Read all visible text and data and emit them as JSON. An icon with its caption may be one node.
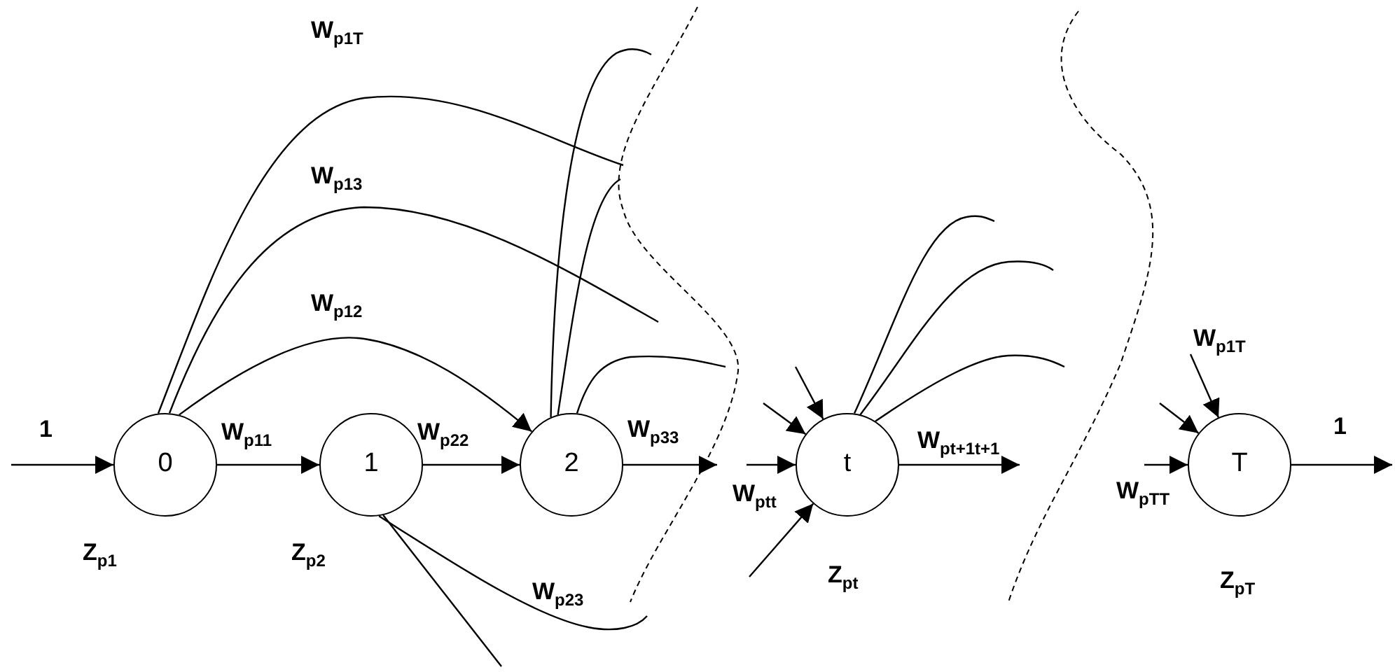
{
  "diagram": {
    "nodes": [
      {
        "text": [
          "0"
        ],
        "beside": [
          "Z$_{p1}$"
        ]
      },
      {
        "text": [
          "1"
        ],
        "beside": [
          "Z$_{p2}$"
        ]
      },
      {
        "text": [
          "2"
        ]
      },
      {
        "text": [
          "t"
        ],
        "beside": [
          "Z$_{pt}$"
        ]
      },
      {
        "text": [
          "T"
        ],
        "beside": [
          "Z$_{pT}$"
        ]
      }
    ],
    "edges": [
      {
        "from": null,
        "to": 0,
        "arrow": "to",
        "label": "1"
      },
      {
        "from": 0,
        "to": 1,
        "arrow": "to",
        "label": "W$_{p11}$"
      },
      {
        "from": 1,
        "to": 2,
        "arrow": "to",
        "label": "W$_{p22}$"
      },
      {
        "from": 0,
        "to": 2,
        "arrow": "to",
        "label": "W$_{p12}$"
      },
      {
        "from": 0,
        "to": null,
        "arrow": "none",
        "label": "W$_{p13}$"
      },
      {
        "from": 0,
        "to": null,
        "arrow": "none",
        "label": "W$_{p1T}$"
      },
      {
        "from": 1,
        "to": null,
        "arrow": "none",
        "label": "W$_{p23}$"
      },
      {
        "from": 1,
        "to": null,
        "arrow": "none"
      },
      {
        "from": 2,
        "to": null,
        "arrow": "none"
      },
      {
        "from": 2,
        "to": null,
        "arrow": "none"
      },
      {
        "from": 2,
        "to": null,
        "arrow": "none"
      },
      {
        "from": 2,
        "to": null,
        "arrow": "to",
        "label": "W$_{p33}$"
      },
      {
        "from": null,
        "to": 3,
        "arrow": "to"
      },
      {
        "from": null,
        "to": 3,
        "arrow": "to"
      },
      {
        "from": null,
        "to": 3,
        "arrow": "to",
        "label": "W$_{ptt}$"
      },
      {
        "from": null,
        "to": 3,
        "arrow": "to"
      },
      {
        "from": 3,
        "to": null,
        "arrow": "none"
      },
      {
        "from": 3,
        "to": null,
        "arrow": "none"
      },
      {
        "from": 3,
        "to": null,
        "arrow": "none"
      },
      {
        "from": 3,
        "to": null,
        "arrow": "to",
        "label": "W$_{pt+1t+1}$"
      },
      {
        "from": null,
        "to": 4,
        "arrow": "to",
        "label": "W$_{p1T}$"
      },
      {
        "from": null,
        "to": 4,
        "arrow": "to"
      },
      {
        "from": null,
        "to": 4,
        "arrow": "to",
        "label": "W$_{pTT}$"
      },
      {
        "from": 4,
        "to": null,
        "arrow": "to",
        "label": "1"
      }
    ]
  }
}
